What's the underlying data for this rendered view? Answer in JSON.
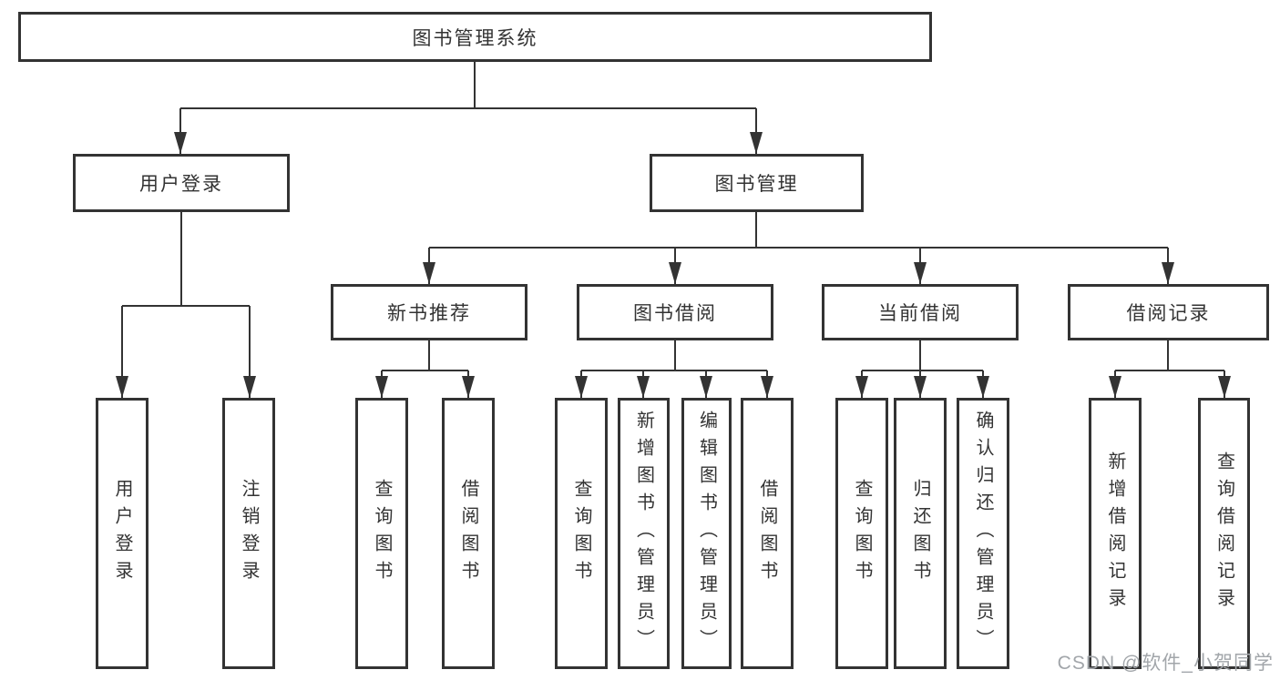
{
  "tree": {
    "label": "图书管理系统",
    "children": [
      {
        "label": "用户登录",
        "children": [
          {
            "label": "用户登录"
          },
          {
            "label": "注销登录"
          }
        ]
      },
      {
        "label": "图书管理",
        "children": [
          {
            "label": "新书推荐",
            "children": [
              {
                "label": "查询图书"
              },
              {
                "label": "借阅图书"
              }
            ]
          },
          {
            "label": "图书借阅",
            "children": [
              {
                "label": "查询图书"
              },
              {
                "label": "新增图书（管理员）"
              },
              {
                "label": "编辑图书（管理员）"
              },
              {
                "label": "借阅图书"
              }
            ]
          },
          {
            "label": "当前借阅",
            "children": [
              {
                "label": "查询图书"
              },
              {
                "label": "归还图书"
              },
              {
                "label": "确认归还（管理员）"
              }
            ]
          },
          {
            "label": "借阅记录",
            "children": [
              {
                "label": "新增借阅记录"
              },
              {
                "label": "查询借阅记录"
              }
            ]
          }
        ]
      }
    ]
  },
  "watermark": "CSDN @软件_小贺同学",
  "colors": {
    "line": "#333333",
    "box_border": "#333333",
    "text": "#333333",
    "watermark": "#a2a6aa",
    "background": "#ffffff"
  }
}
